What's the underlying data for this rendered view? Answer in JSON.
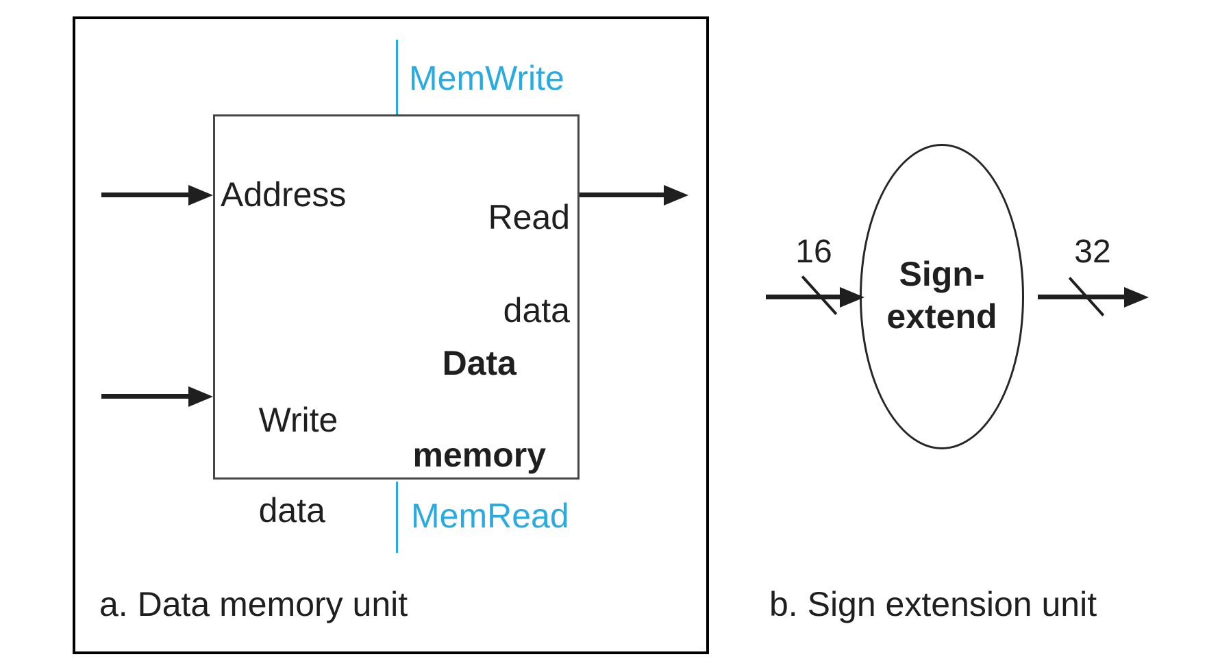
{
  "colors": {
    "accent": "#29ABE2",
    "ink": "#1F1F1F"
  },
  "panel_a": {
    "caption": "a. Data memory unit",
    "unit_name_line1": "Data",
    "unit_name_line2": "memory",
    "ports": {
      "address": "Address",
      "write_data_line1": "Write",
      "write_data_line2": "data",
      "read_data_line1": "Read",
      "read_data_line2": "data"
    },
    "control_signals": {
      "top": "MemWrite",
      "bottom": "MemRead"
    }
  },
  "panel_b": {
    "caption": "b. Sign extension unit",
    "unit_name_line1": "Sign-",
    "unit_name_line2": "extend",
    "input_bus_width": "16",
    "output_bus_width": "32"
  }
}
